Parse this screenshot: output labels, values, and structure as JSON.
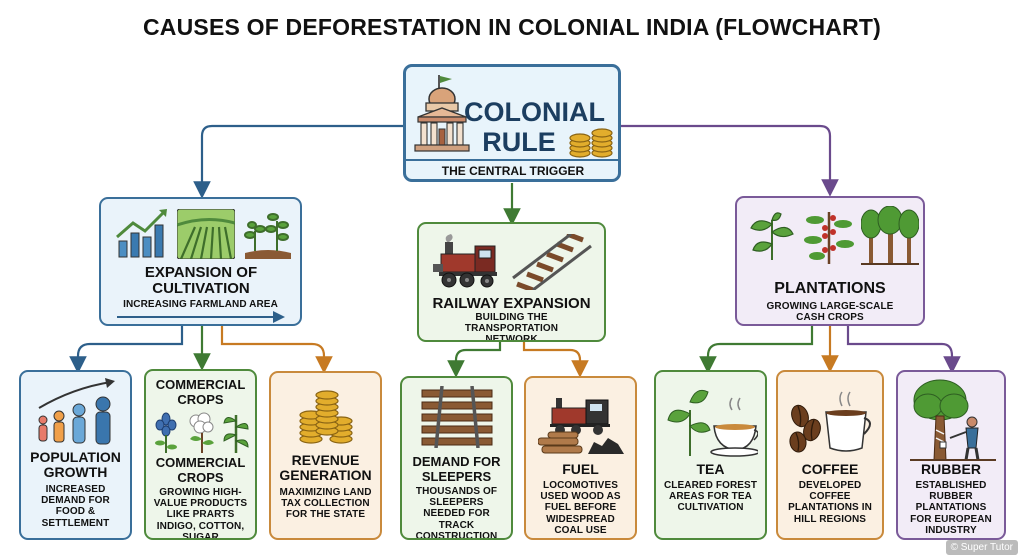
{
  "title": "CAUSES OF DEFORESTATION IN COLONIAL INDIA (FLOWCHART)",
  "central": {
    "title": "COLONIAL RULE",
    "subtitle": "THE CENTRAL TRIGGER"
  },
  "cultivation": {
    "title": "EXPANSION OF CULTIVATION",
    "desc": "INCREASING FARMLAND AREA"
  },
  "railway": {
    "title": "RAILWAY EXPANSION",
    "desc": "BUILDING THE TRANSPORTATION NETWORK"
  },
  "plantations": {
    "title": "PLANTATIONS",
    "desc": "GROWING LARGE-SCALE CASH CROPS"
  },
  "leaves": {
    "population": {
      "title": "POPULATION GROWTH",
      "desc": "INCREASED DEMAND FOR FOOD & SETTLEMENT"
    },
    "commercial": {
      "title_top": "COMMERCIAL CROPS",
      "title": "COMMERCIAL CROPS",
      "desc": "GROWING HIGH-VALUE PRODUCTS LIKE PRARTS INDIGO, COTTON, SUGAR"
    },
    "revenue": {
      "title": "REVENUE GENERATION",
      "desc": "MAXIMIZING LAND TAX COLLECTION FOR THE STATE"
    },
    "sleepers": {
      "title": "DEMAND FOR SLEEPERS",
      "desc": "THOUSANDS OF SLEEPERS NEEDED FOR TRACK CONSTRUCTION"
    },
    "fuel": {
      "title": "FUEL",
      "desc": "LOCOMOTIVES USED WOOD AS FUEL BEFORE WIDESPREAD COAL USE"
    },
    "tea": {
      "title": "TEA",
      "desc": "CLEARED FOREST AREAS FOR TEA CULTIVATION"
    },
    "coffee": {
      "title": "COFFEE",
      "desc": "DEVELOPED COFFEE PLANTATIONS IN HILL REGIONS"
    },
    "rubber": {
      "title": "RUBBER",
      "desc": "ESTABLISHED RUBBER PLANTATIONS FOR EUROPEAN INDUSTRY"
    }
  },
  "watermark": "© Super Tutor",
  "colors": {
    "blue": "#2d5f8a",
    "green": "#3f7a33",
    "orange": "#c77a22",
    "purple": "#6a4a8c"
  }
}
